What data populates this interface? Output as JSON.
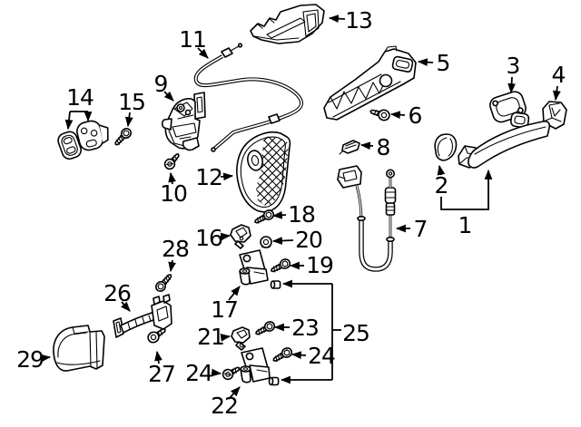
{
  "diagram": {
    "colors": {
      "background": "#ffffff",
      "line_art": "#000000",
      "label_text": "#000000"
    }
  },
  "labels": {
    "p1": "1",
    "p2": "2",
    "p3": "3",
    "p4": "4",
    "p5": "5",
    "p6": "6",
    "p7": "7",
    "p8": "8",
    "p9": "9",
    "p10": "10",
    "p11": "11",
    "p12": "12",
    "p13": "13",
    "p14": "14",
    "p15": "15",
    "p16": "16",
    "p17": "17",
    "p18": "18",
    "p19": "19",
    "p20": "20",
    "p21": "21",
    "p22": "22",
    "p23": "23",
    "p24": "24",
    "p25": "25",
    "p26": "26",
    "p27": "27",
    "p28": "28",
    "p29": "29"
  }
}
